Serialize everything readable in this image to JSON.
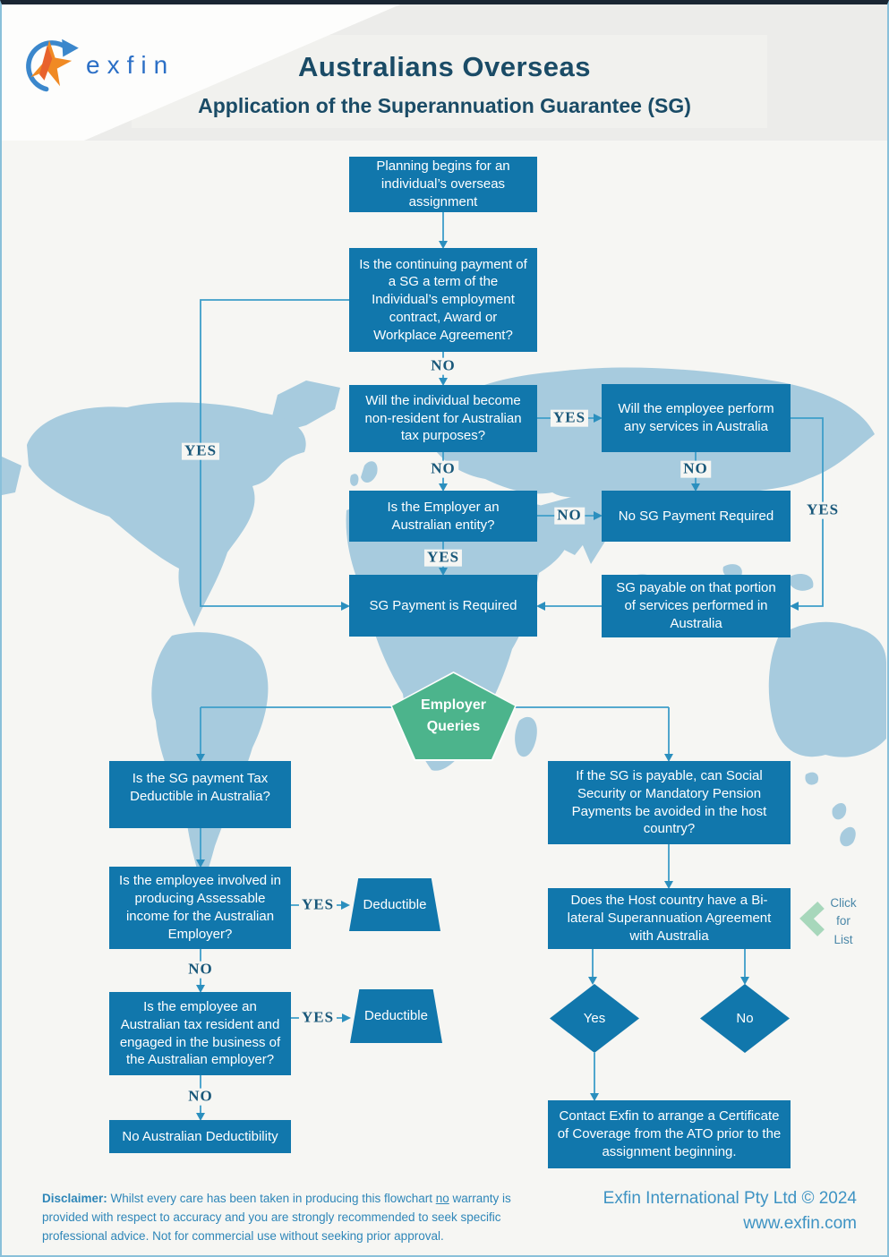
{
  "page": {
    "logo_text": "exfin",
    "title": "Australians Overseas",
    "subtitle": "Application of the Superannuation Guarantee (SG)"
  },
  "labels": {
    "yes": "YES",
    "no": "NO"
  },
  "nodes": {
    "planning": "Planning begins for an individual’s overseas assignment",
    "q_contract": "Is the continuing payment of a SG a term of the Individual’s employment contract, Award or Workplace Agreement?",
    "q_nonresident": "Will the individual become non-resident for Australian tax purposes?",
    "q_entity": "Is the Employer an Australian entity?",
    "sg_required": "SG Payment is Required",
    "q_services": "Will the employee perform any services in Australia",
    "no_sg": "No SG Payment Required",
    "sg_portion": "SG payable on that portion of services performed in Australia",
    "employer_queries": "Employer Queries",
    "q_tax_deductible": "Is the SG payment Tax Deductible in Australia?",
    "q_assessable": "Is the employee involved in producing Assessable income for the Australian Employer?",
    "deductible_1": "Deductible",
    "q_resident": "Is the employee an Australian tax resident and engaged in the business of the Australian employer?",
    "deductible_2": "Deductible",
    "no_aus_deductibility": "No Australian Deductibility",
    "q_social_security": "If the SG is payable, can Social Security or Mandatory Pension Payments be avoided in the host country?",
    "q_bilateral": "Does the Host country have a Bi-lateral Superannuation Agreement with Australia",
    "diamond_yes": "Yes",
    "diamond_no": "No",
    "contact_exfin": "Contact Exfin to arrange a Certificate of Coverage from the ATO prior to the assignment beginning."
  },
  "aside": {
    "click_line1": "Click",
    "click_line2": "for",
    "click_line3": "List"
  },
  "footer": {
    "disclaimer_label": "Disclaimer:",
    "disclaimer_part1": " Whilst every care has been taken in producing this flowchart ",
    "disclaimer_no": "no",
    "disclaimer_part2": " warranty is provided with respect to accuracy and you are strongly recommended to seek specific professional advice. Not for commercial use without seeking prior approval.",
    "company": "Exfin International Pty Ltd © 2024",
    "website": "www.exfin.com"
  },
  "colors": {
    "box_blue": "#1177AC",
    "line_blue": "#3E9EC9",
    "arrow_blue": "#2B8FBE",
    "map_blue": "#A7CBDE",
    "pentagon_green": "#4CB48C",
    "chevron_green": "#A7D7BB",
    "label_navy": "#19587A",
    "title_navy": "#1A4B66",
    "footer_blue": "#2E86B8"
  }
}
